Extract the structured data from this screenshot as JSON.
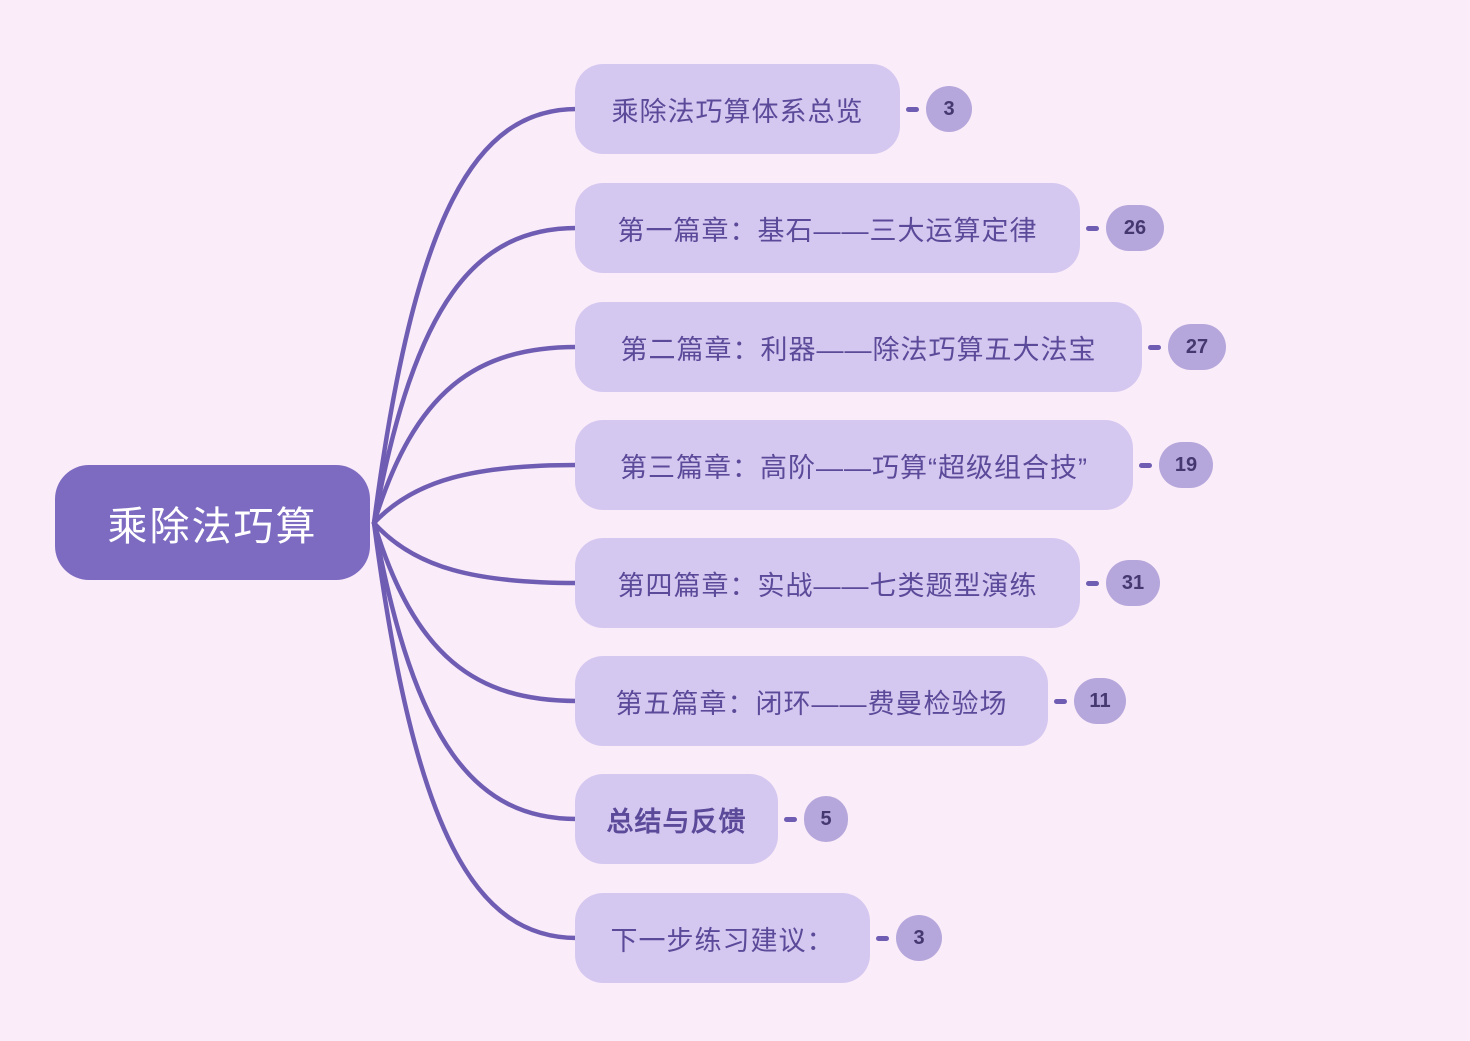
{
  "theme": {
    "background": "#fbecf9",
    "root_fill": "#7d6bc1",
    "root_text_color": "#ffffff",
    "node_fill": "#d5c8f0",
    "node_text_color": "#5b4a99",
    "badge_fill": "#b5a7db",
    "badge_text_color": "#453871",
    "line_color": "#6f5db3"
  },
  "root": {
    "label": "乘除法巧算"
  },
  "branches": [
    {
      "label": "乘除法巧算体系总览",
      "count": "3",
      "bold": false
    },
    {
      "label": "第一篇章：基石——三大运算定律",
      "count": "26",
      "bold": false
    },
    {
      "label": "第二篇章：利器——除法巧算五大法宝",
      "count": "27",
      "bold": false
    },
    {
      "label": "第三篇章：高阶——巧算“超级组合技”",
      "count": "19",
      "bold": false
    },
    {
      "label": "第四篇章：实战——七类题型演练",
      "count": "31",
      "bold": false
    },
    {
      "label": "第五篇章：闭环——费曼检验场",
      "count": "11",
      "bold": false
    },
    {
      "label": "总结与反馈",
      "count": "5",
      "bold": true
    },
    {
      "label": "下一步练习建议：",
      "count": "3",
      "bold": false
    }
  ]
}
